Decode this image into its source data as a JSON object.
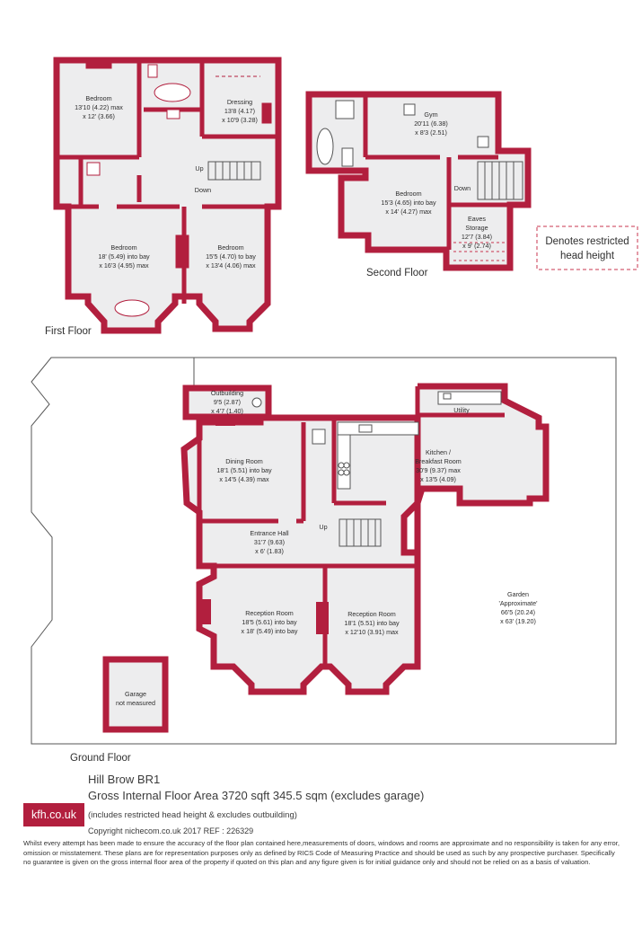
{
  "colors": {
    "wall": "#b21f3e",
    "floor": "#ededee",
    "restricted": "#c8344f"
  },
  "floors": {
    "first": {
      "label": "First Floor"
    },
    "second": {
      "label": "Second Floor"
    },
    "ground": {
      "label": "Ground Floor"
    }
  },
  "rooms": {
    "ff_bed1": [
      "Bedroom",
      "13'10 (4.22) max",
      "x 12' (3.66)"
    ],
    "ff_dressing": [
      "Dressing",
      "13'8 (4.17)",
      "x 10'9 (3.28)"
    ],
    "ff_bed2": [
      "Bedroom",
      "18' (5.49) into bay",
      "x 16'3 (4.95) max"
    ],
    "ff_bed3": [
      "Bedroom",
      "15'5 (4.70) to bay",
      "x 13'4 (4.06) max"
    ],
    "sf_gym": [
      "Gym",
      "20'11 (6.38)",
      "x 8'3 (2.51)"
    ],
    "sf_bed": [
      "Bedroom",
      "15'3 (4.65) into bay",
      "x 14' (4.27) max"
    ],
    "sf_eaves": [
      "Eaves",
      "Storage",
      "12'7 (3.84)",
      "x 9' (2.74)"
    ],
    "gf_outbuilding": [
      "Outbuilding",
      "9'5 (2.87)",
      "x 4'7 (1.40)"
    ],
    "gf_utility": [
      "Utility"
    ],
    "gf_dining": [
      "Dining Room",
      "18'1 (5.51) into bay",
      "x 14'5 (4.39) max"
    ],
    "gf_kitchen": [
      "Kitchen /",
      "Breakfast Room",
      "30'9 (9.37) max",
      "x 13'5 (4.09)"
    ],
    "gf_entrance": [
      "Entrance Hall",
      "31'7 (9.63)",
      "x 6' (1.83)"
    ],
    "gf_reception1": [
      "Reception Room",
      "18'5 (5.61) into bay",
      "x 18' (5.49) into bay"
    ],
    "gf_reception2": [
      "Reception Room",
      "18'1 (5.51) into bay",
      "x 12'10 (3.91) max"
    ],
    "gf_garage": [
      "Garage",
      "not measured"
    ],
    "gf_garden": [
      "Garden",
      "'Approximate'",
      "66'5 (20.24)",
      "x 63' (19.20)"
    ]
  },
  "stairs": {
    "up": "Up",
    "down": "Down"
  },
  "legend": {
    "line1": "Denotes restricted",
    "line2": "head height"
  },
  "footer": {
    "title": "Hill Brow BR1",
    "area": "Gross Internal Floor Area 3720 sqft 345.5 sqm (excludes garage)",
    "note": "(includes restricted head height & excludes outbuilding)",
    "copyright": "Copyright nichecom.co.uk 2017 REF : 226329",
    "logo": "kfh.co.uk",
    "disclaimer": "Whilst every attempt has been made to ensure the accuracy of the floor plan contained here,measurements of doors, windows and rooms are approximate and no responsibility is taken for any error, omission or misstatement. These plans are for representation purposes only as defined by RICS Code of Measuring Practice and should be used as such by any prospective purchaser. Specifically no guarantee is given on the gross internal floor area of the property if quoted on this plan and any figure given is for initial guidance only and should not be relied on as a basis of valuation."
  }
}
